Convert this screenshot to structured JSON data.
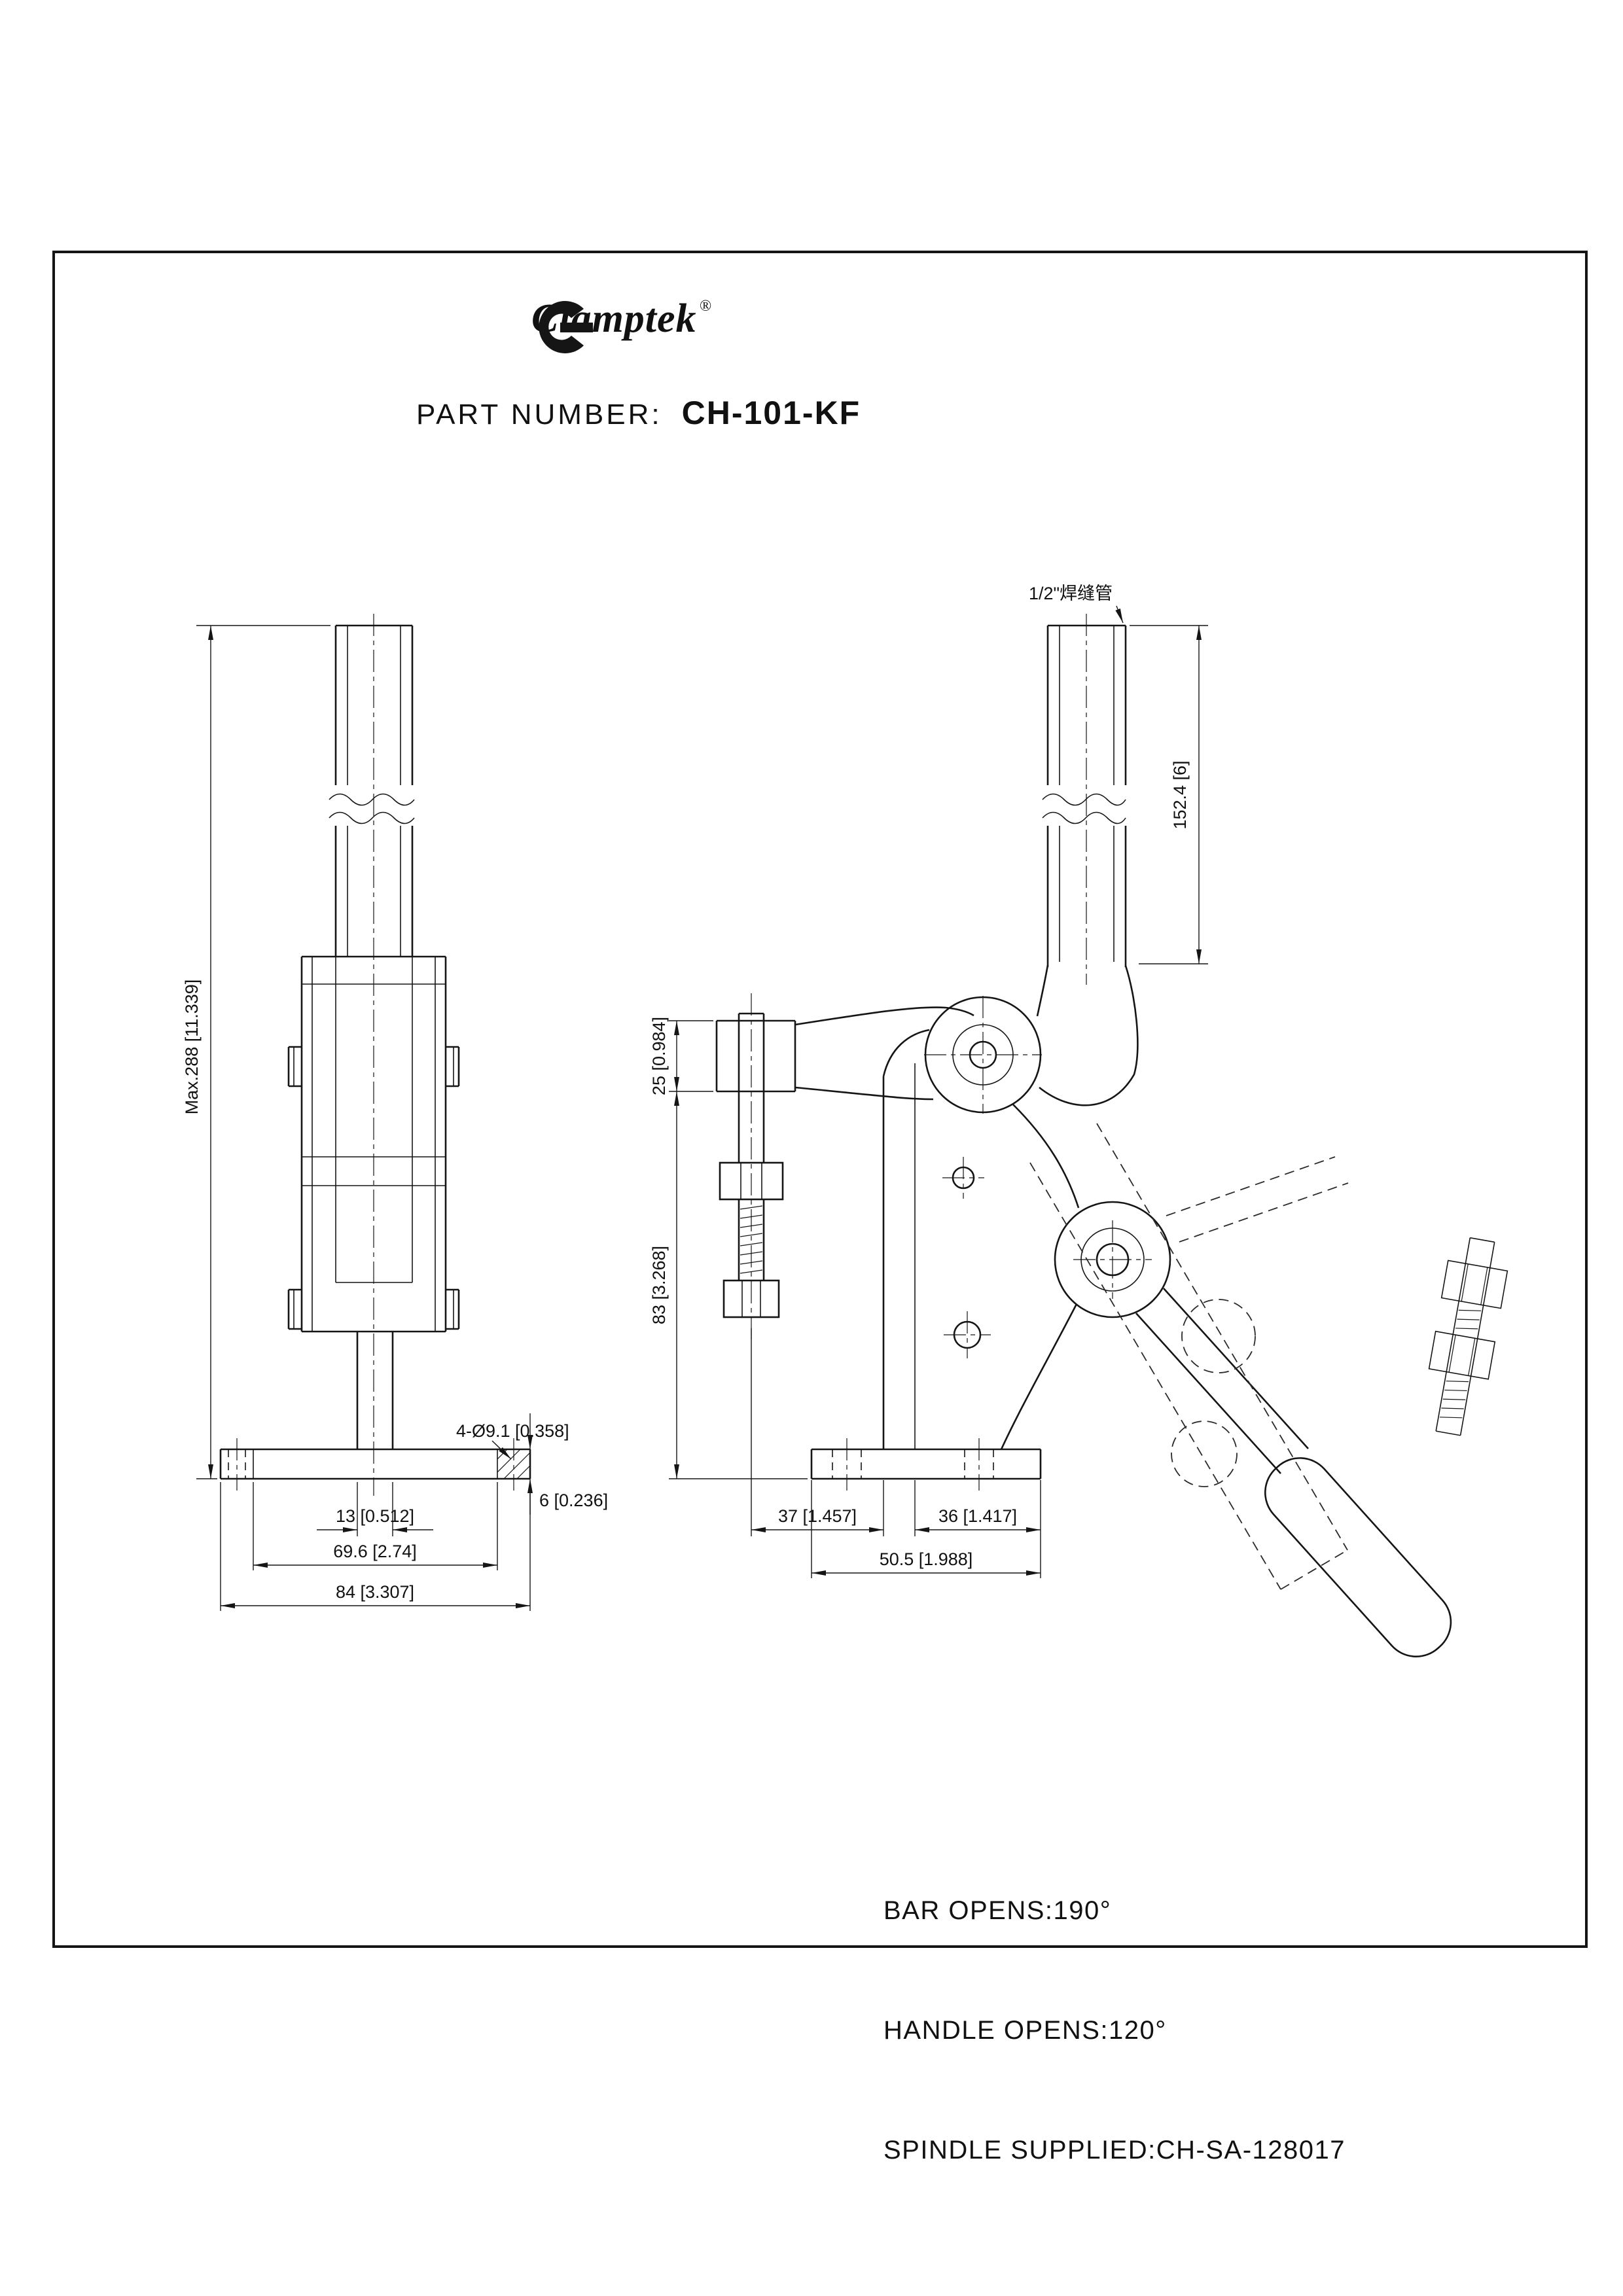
{
  "header": {
    "brand": "Clamptek",
    "registered_mark": "®",
    "part_number_label": "PART NUMBER:",
    "part_number_value": "CH-101-KF"
  },
  "front_view": {
    "dim_overall_height": "Max.288 [11.339]",
    "dim_holes": "4-Ø9.1 [0.358]",
    "dim_stem_width": "13 [0.512]",
    "dim_hole_span": "69.6 [2.74]",
    "dim_base_width": "84 [3.307]",
    "dim_base_thickness": "6 [0.236]"
  },
  "side_view": {
    "bar_label": "1/2\"焊缝管",
    "dim_bar_length": "152.4 [6]",
    "dim_spindle_offset": "25 [0.984]",
    "dim_bar_height": "83 [3.268]",
    "dim_front_offset": "37 [1.457]",
    "dim_rear_offset": "36 [1.417]",
    "dim_base_depth": "50.5 [1.988]"
  },
  "notes": {
    "bar_opens": "BAR OPENS:190°",
    "handle_opens": "HANDLE OPENS:120°",
    "spindle_supplied": "SPINDLE SUPPLIED:CH-SA-128017"
  }
}
